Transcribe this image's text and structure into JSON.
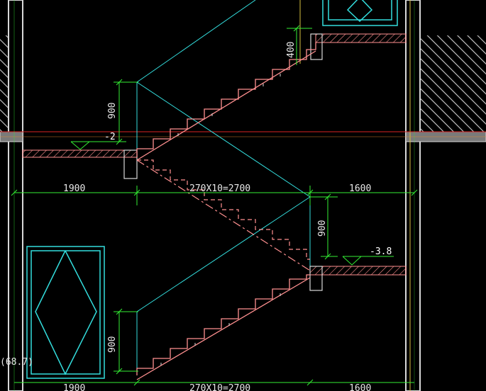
{
  "drawing": {
    "dimensions": {
      "left_landing_upper": "1900",
      "run_upper": "270X10=2700",
      "right_landing_upper": "1600",
      "left_landing_lower": "1900",
      "run_lower": "270X10=2700",
      "right_landing_lower": "1600",
      "rise_top": "400",
      "rise_upper": "900",
      "rise_middle": "900",
      "rise_lower": "900"
    },
    "levels": {
      "upper_landing": "-2",
      "middle_landing": "-3.8"
    },
    "annotations": {
      "left_edge_label": "(68.7)"
    },
    "colors": {
      "background": "#000000",
      "wall": "#d8d8d8",
      "stair_outline": "#ff9090",
      "dim_green": "#33ee33",
      "dim_red": "#dd2222",
      "cyan": "#33dddd",
      "yellow": "#d8c040",
      "orange": "#e88a30",
      "text": "#e8e8e8"
    }
  }
}
